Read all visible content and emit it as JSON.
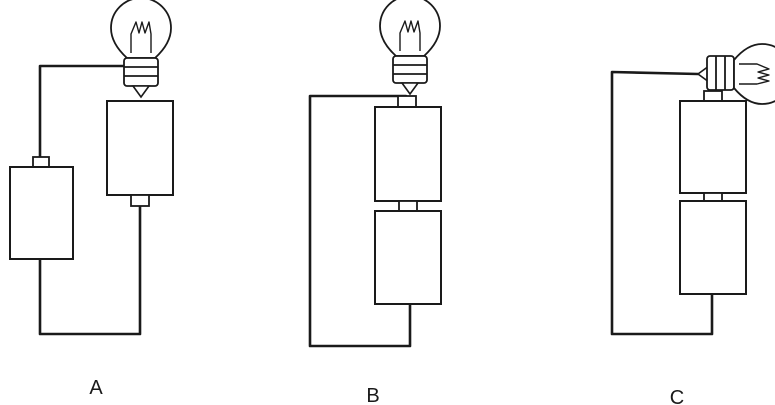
{
  "labels": {
    "a": "A",
    "b": "B",
    "c": "C"
  },
  "colors": {
    "ink": "#1a1a1a",
    "background": "#ffffff"
  },
  "icons": [
    "light-bulb-icon",
    "battery-cell-icon",
    "wire"
  ]
}
